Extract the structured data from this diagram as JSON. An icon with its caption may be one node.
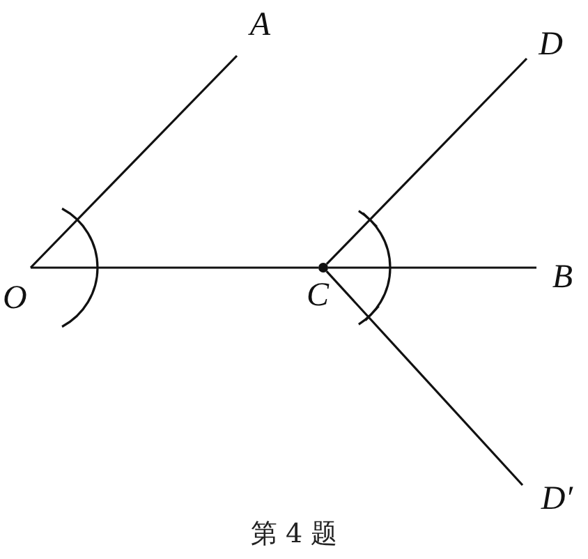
{
  "diagram": {
    "caption": "第 4 题",
    "nodes": [
      {
        "text": [
          "O"
        ]
      },
      {
        "text": [
          "A"
        ]
      },
      {
        "text": [
          "B"
        ]
      },
      {
        "text": [
          "D"
        ]
      },
      {
        "text": [
          "D′"
        ]
      },
      {
        "text": [],
        "shape": "circle"
      }
    ],
    "edges": [
      {
        "from": 0,
        "to": 1,
        "arrow": "none"
      },
      {
        "from": 0,
        "to": 5,
        "arrow": "none"
      },
      {
        "from": 5,
        "to": 2,
        "arrow": "none"
      },
      {
        "from": 5,
        "to": 3,
        "arrow": "none"
      },
      {
        "from": 5,
        "to": 4,
        "arrow": "none"
      }
    ],
    "labels": [
      "C"
    ]
  }
}
